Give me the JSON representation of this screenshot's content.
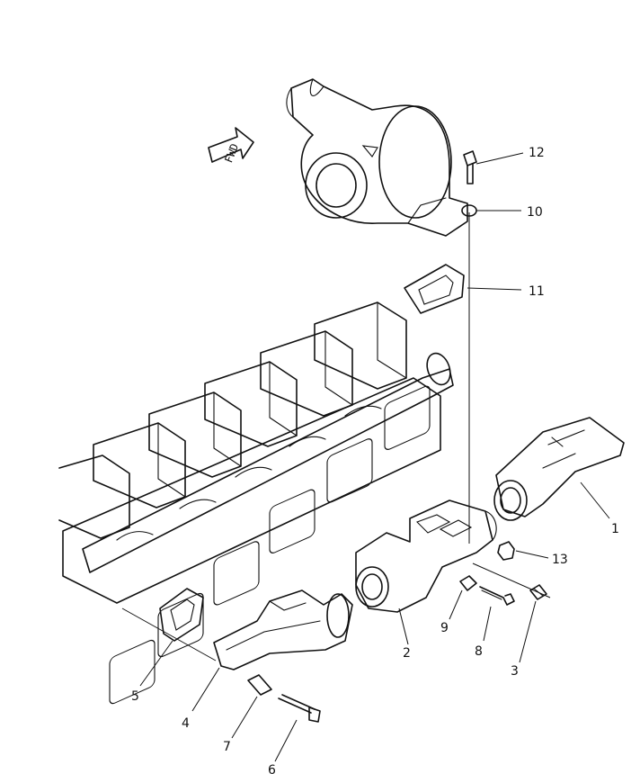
{
  "direction_marker": {
    "text": "FWD"
  },
  "callouts": [
    {
      "id": "1",
      "label": "1"
    },
    {
      "id": "2",
      "label": "2"
    },
    {
      "id": "3",
      "label": "3"
    },
    {
      "id": "4",
      "label": "4"
    },
    {
      "id": "5",
      "label": "5"
    },
    {
      "id": "6",
      "label": "6"
    },
    {
      "id": "7",
      "label": "7"
    },
    {
      "id": "8",
      "label": "8"
    },
    {
      "id": "9",
      "label": "9"
    },
    {
      "id": "10",
      "label": "10"
    },
    {
      "id": "11",
      "label": "11"
    },
    {
      "id": "12",
      "label": "12"
    },
    {
      "id": "13",
      "label": "13"
    }
  ]
}
